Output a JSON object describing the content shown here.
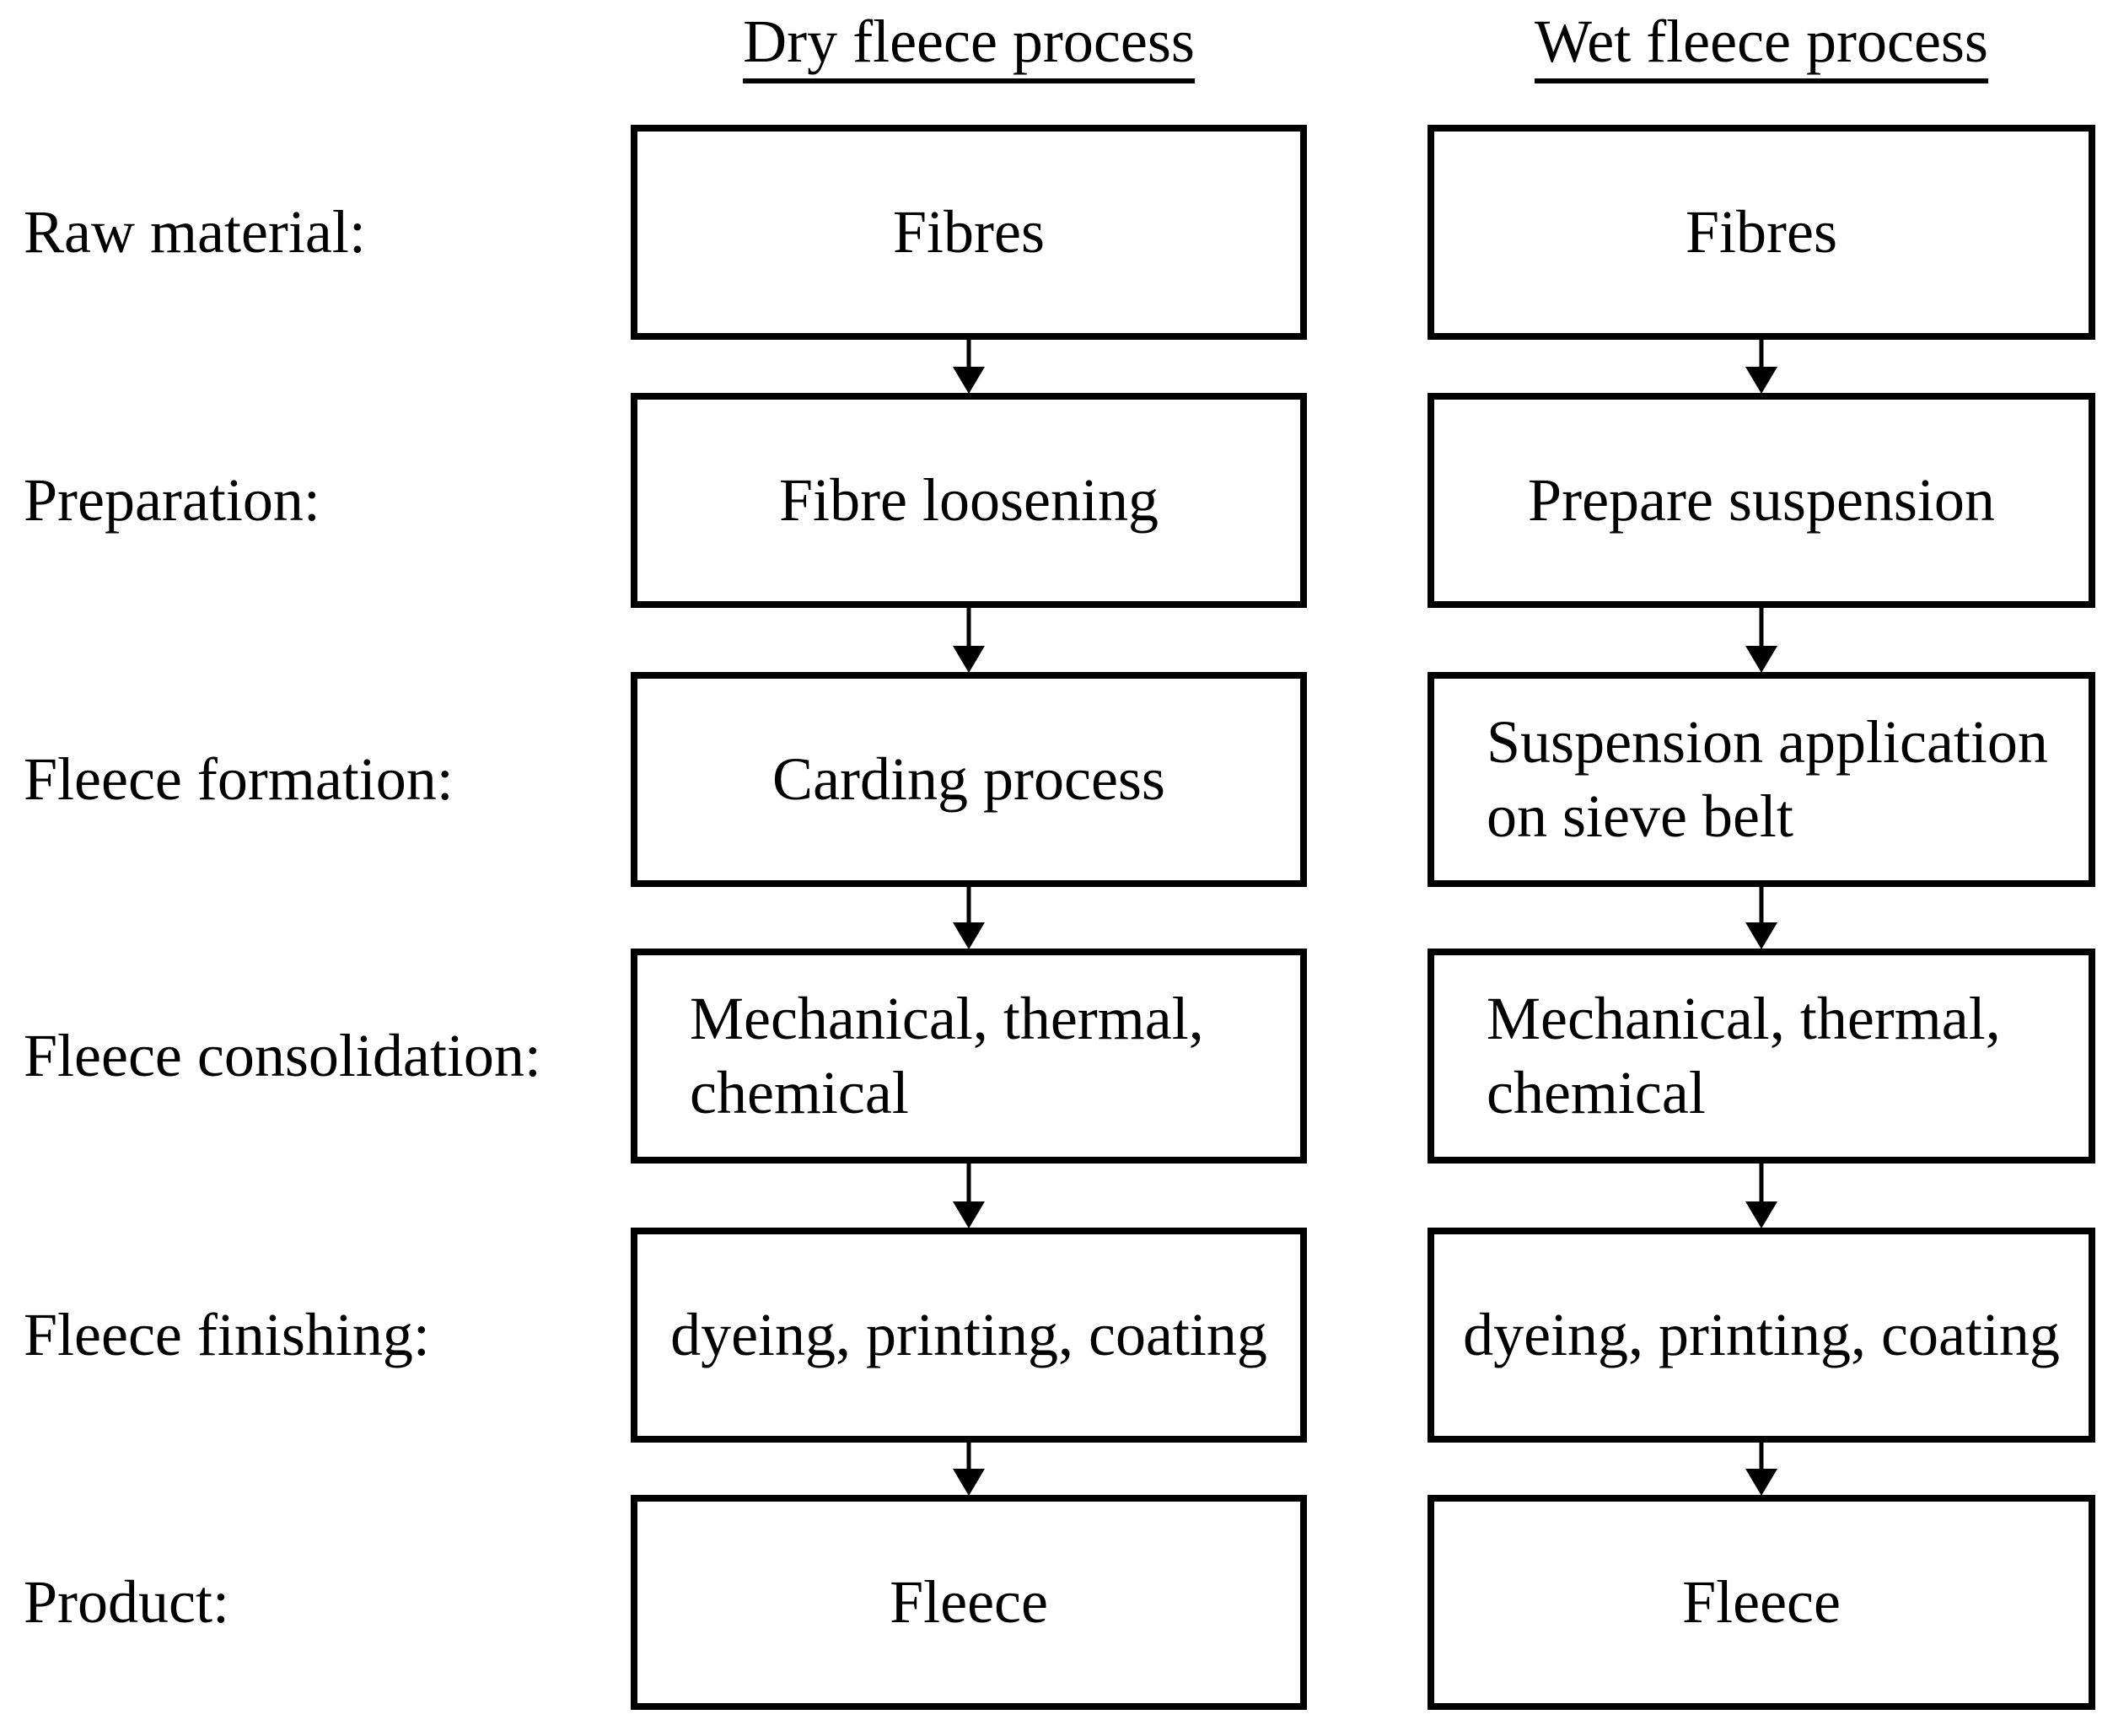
{
  "diagram": {
    "title_dry": "Dry fleece process",
    "title_wet": "Wet fleece process",
    "rows": [
      {
        "label": "Raw material:",
        "dry": "Fibres",
        "wet": "Fibres"
      },
      {
        "label": "Preparation:",
        "dry": "Fibre loosening",
        "wet": "Prepare suspension"
      },
      {
        "label": "Fleece formation:",
        "dry": "Carding process",
        "wet": "Suspension application\non sieve belt"
      },
      {
        "label": "Fleece consolidation:",
        "dry": "Mechanical, thermal,\nchemical",
        "wet": "Mechanical, thermal,\nchemical"
      },
      {
        "label": "Fleece finishing:",
        "dry": "dyeing, printing, coating",
        "wet": "dyeing, printing, coating"
      },
      {
        "label": "Product:",
        "dry": "Fleece",
        "wet": "Fleece"
      }
    ],
    "colors": {
      "ink": "#000000",
      "background": "#ffffff"
    }
  }
}
